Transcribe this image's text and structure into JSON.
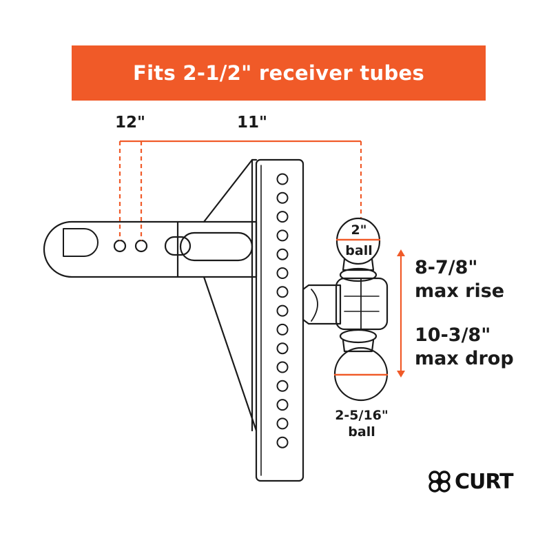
{
  "banner": {
    "text": "Fits 2-1/2\" receiver tubes",
    "color": "#f05a28"
  },
  "dimensions": {
    "length_short": "12\"",
    "length_long": "11\"",
    "top_ball": [
      "2\"",
      "ball"
    ],
    "rise": [
      "8-7/8\"",
      "max rise"
    ],
    "drop": [
      "10-3/8\"",
      "max drop"
    ],
    "bottom_ball": [
      "2-5/16\"",
      "ball"
    ]
  },
  "colors": {
    "accent": "#f05a28",
    "outline": "#1a1a1a"
  },
  "brand": {
    "name": "CURT",
    "icon": "curt-logo-icon"
  }
}
